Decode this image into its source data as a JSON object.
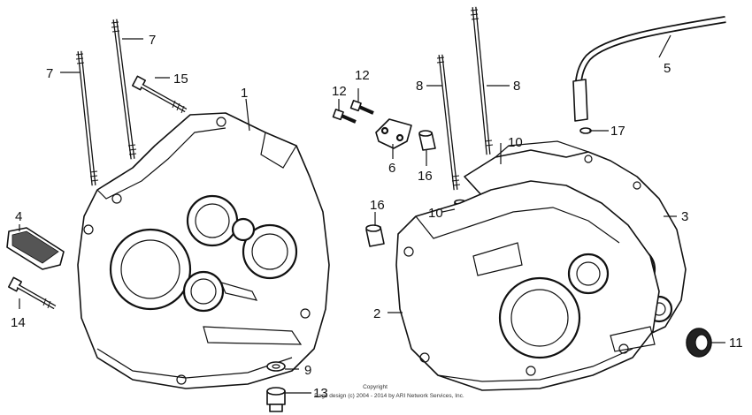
{
  "callouts": {
    "c1": "1",
    "c2": "2",
    "c3": "3",
    "c4": "4",
    "c5": "5",
    "c6": "6",
    "c7a": "7",
    "c7b": "7",
    "c8a": "8",
    "c8b": "8",
    "c9": "9",
    "c10a": "10",
    "c10b": "10",
    "c11": "11",
    "c12a": "12",
    "c12b": "12",
    "c13": "13",
    "c14": "14",
    "c15": "15",
    "c16a": "16",
    "c16b": "16",
    "c17": "17"
  },
  "copyright": {
    "line1": "Copyright",
    "line2": "Page design (c) 2004 - 2014 by ARI Network Services, Inc."
  }
}
